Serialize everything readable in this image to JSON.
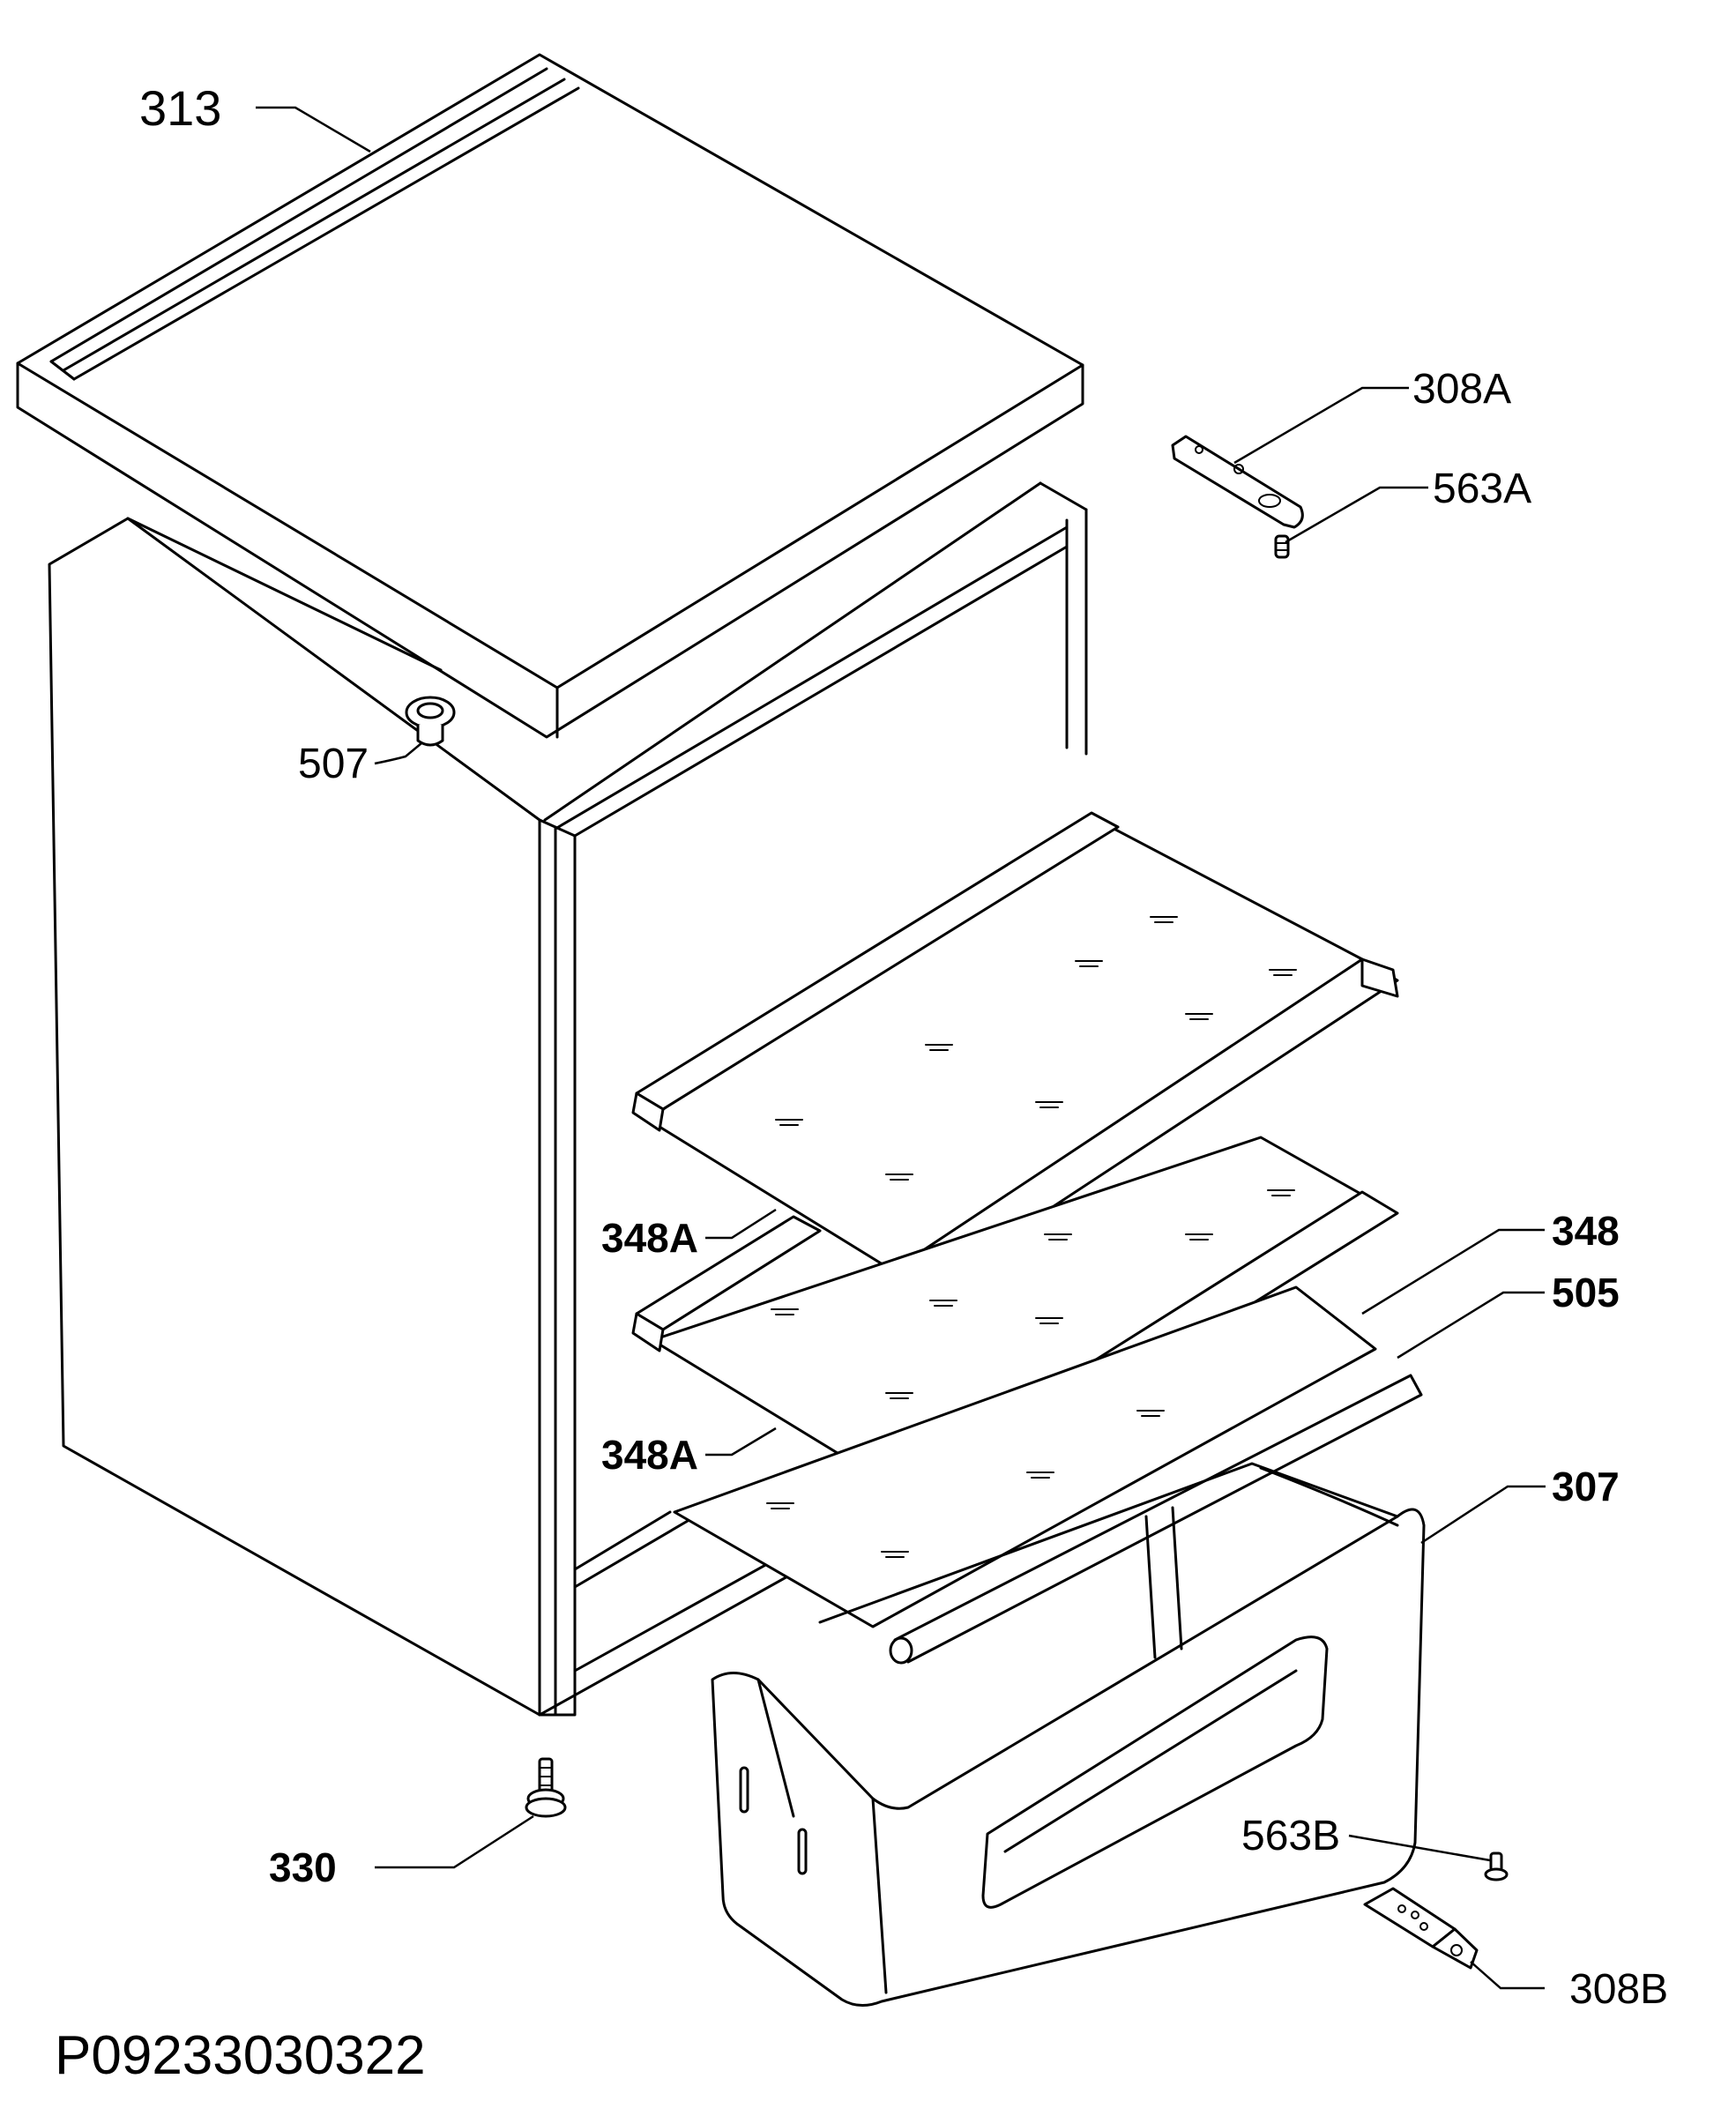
{
  "diagram": {
    "part_labels": {
      "top_cover": "313",
      "hinge_top": "308A",
      "hinge_pin_top": "563A",
      "cover_plug": "507",
      "shelf_upper": "348A",
      "shelf_middle": "348A",
      "shelf_lower": "348",
      "shelf_trim": "505",
      "crisper_drawer": "307",
      "adjustable_foot": "330",
      "hinge_pin_bottom": "563B",
      "hinge_bottom": "308B"
    },
    "drawing_code": "P09233030322"
  }
}
